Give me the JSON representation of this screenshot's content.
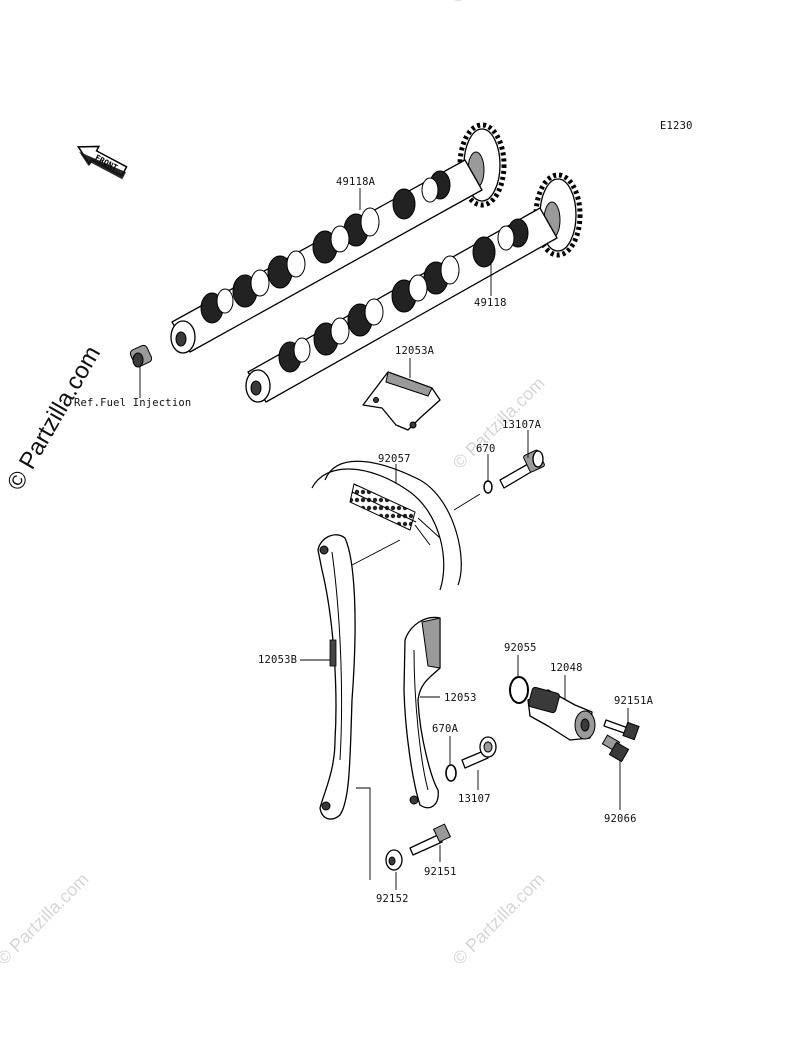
{
  "diagram": {
    "code": "E1230",
    "front_label": "FRONT",
    "ref_note": "Ref.Fuel Injection",
    "watermark_vertical": "© Partzilla.com",
    "watermark_faint": "© Partzilla.com",
    "callouts": [
      {
        "id": "49118A",
        "text": "49118A"
      },
      {
        "id": "49118",
        "text": "49118"
      },
      {
        "id": "12053A",
        "text": "12053A"
      },
      {
        "id": "13107A",
        "text": "13107A"
      },
      {
        "id": "670",
        "text": "670"
      },
      {
        "id": "92057",
        "text": "92057"
      },
      {
        "id": "12053B",
        "text": "12053B"
      },
      {
        "id": "12053",
        "text": "12053"
      },
      {
        "id": "92055",
        "text": "92055"
      },
      {
        "id": "12048",
        "text": "12048"
      },
      {
        "id": "92151A",
        "text": "92151A"
      },
      {
        "id": "670A",
        "text": "670A"
      },
      {
        "id": "13107",
        "text": "13107"
      },
      {
        "id": "92066",
        "text": "92066"
      },
      {
        "id": "92151",
        "text": "92151"
      },
      {
        "id": "92152",
        "text": "92152"
      }
    ]
  }
}
